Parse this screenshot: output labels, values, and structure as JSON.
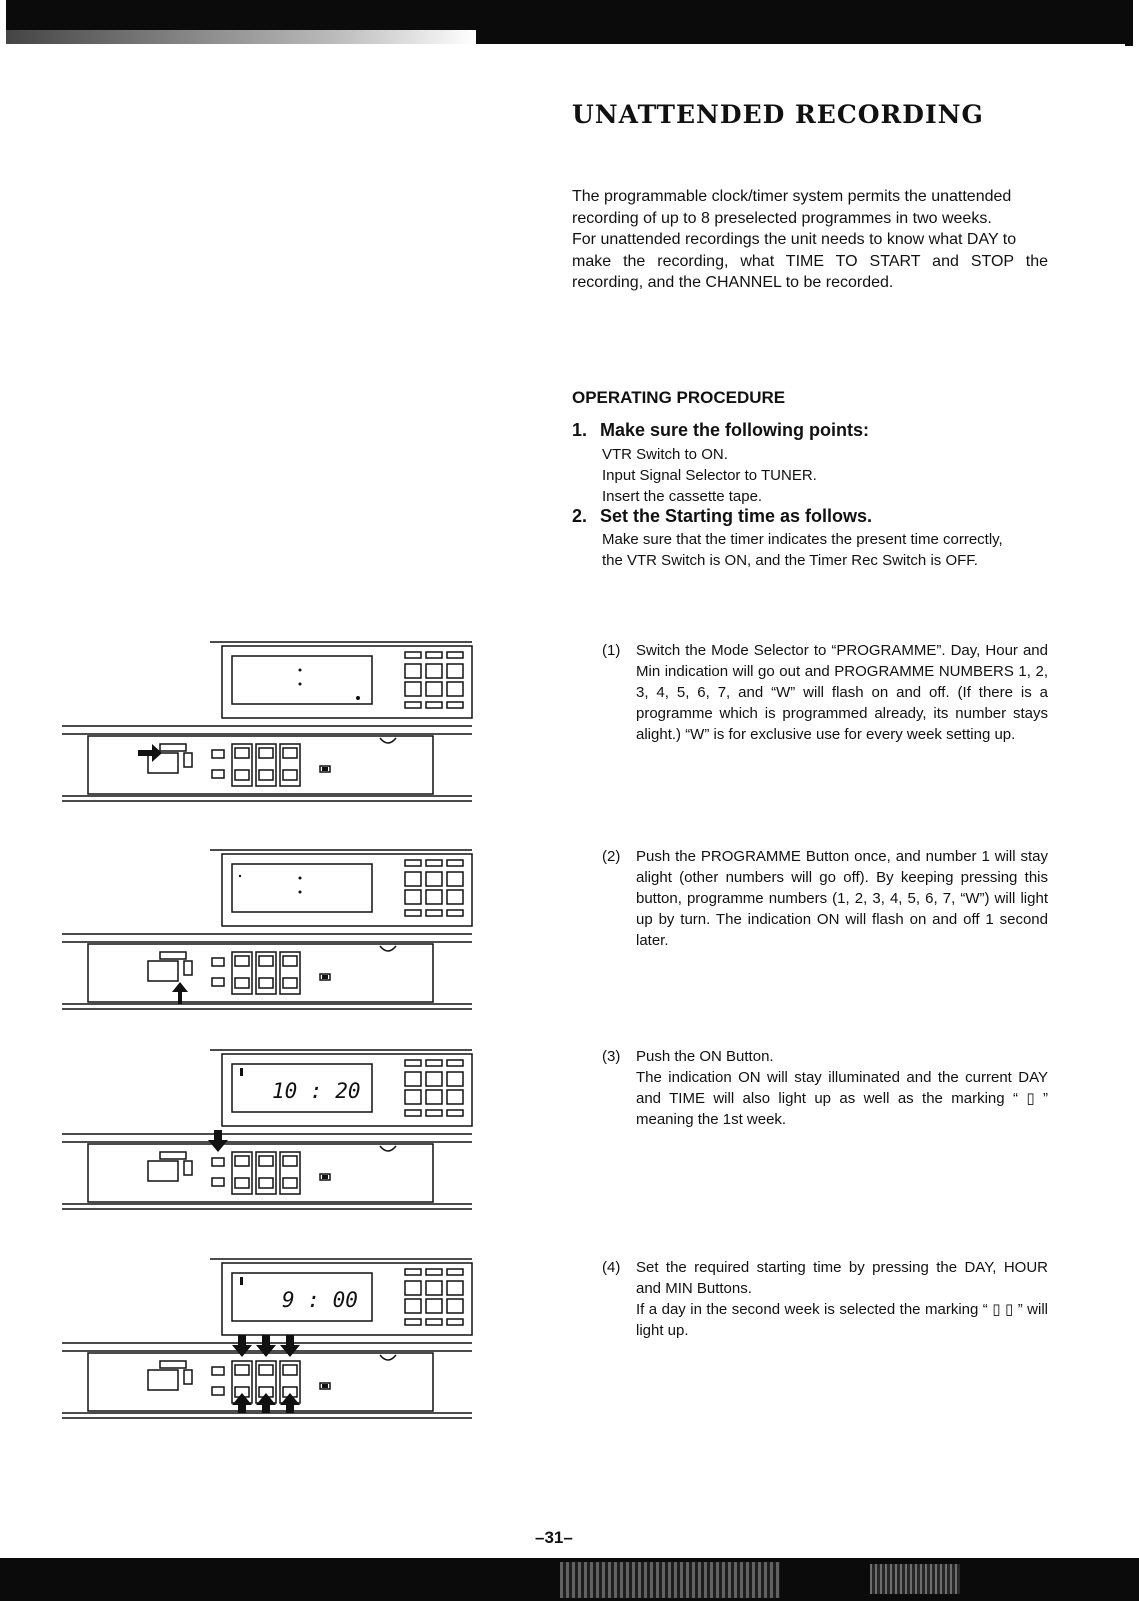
{
  "header": {
    "title": "UNATTENDED RECORDING"
  },
  "intro": {
    "lines": [
      "The programmable clock/timer system permits the unattended",
      "recording of up to 8 preselected programmes in two weeks.",
      "For unattended recordings the unit needs to know what DAY to",
      "make the recording, what TIME TO START and STOP the",
      "recording, and the CHANNEL to be recorded."
    ]
  },
  "procedure": {
    "heading": "OPERATING PROCEDURE",
    "step1": {
      "number": "1.",
      "title": "Make sure the following points:",
      "items": [
        "VTR Switch to ON.",
        "Input Signal Selector to TUNER.",
        "Insert the cassette tape."
      ]
    },
    "step2": {
      "number": "2.",
      "title": "Set the Starting time as follows.",
      "lines": [
        "Make sure that the timer indicates the present time correctly,",
        "the VTR Switch is ON, and the Timer Rec Switch is OFF."
      ]
    },
    "substeps": [
      {
        "num": "(1)",
        "text": "Switch the Mode Selector to “PROGRAMME”. Day, Hour and Min indication will go out and PROGRAMME NUMBERS 1, 2, 3, 4, 5, 6, 7, and “W” will flash on and off. (If there is a programme which is programmed already, its number stays alight.) “W” is for exclusive use for every week setting up."
      },
      {
        "num": "(2)",
        "text": "Push the PROGRAMME Button once, and number 1 will stay alight (other numbers will go off). By keeping pressing this button, programme numbers (1, 2, 3, 4, 5, 6, 7, “W”) will light up by turn. The indication ON will flash on and off 1 second later."
      },
      {
        "num": "(3)",
        "lines": [
          "Push the ON Button.",
          "The indication ON will stay illuminated and the current DAY and TIME will also light up as well as the marking “ ▯ ” meaning the 1st week."
        ]
      },
      {
        "num": "(4)",
        "lines": [
          "Set the required starting time by pressing the DAY, HOUR and MIN Buttons.",
          "If a day in the second week is selected the marking “ ▯ ▯ ” will light up."
        ]
      }
    ]
  },
  "figures": {
    "fig3_display": "10 : 20",
    "fig4_display": "9 : 00"
  },
  "footer": {
    "page_number": "–31–"
  }
}
